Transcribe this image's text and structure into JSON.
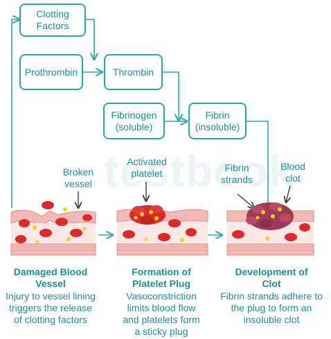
{
  "boxes": {
    "clotting_factors": "Clotting\nFactors",
    "prothrombin": "Prothrombin",
    "thrombin": "Thrombin",
    "fibrinogen": "Fibrinogen\n(soluble)",
    "fibrin": "Fibrin\n(insoluble)"
  },
  "labels": {
    "broken_vessel": "Broken\nvessel",
    "activated_platelet": "Activated\nplatelet",
    "fibrin_strands": "Fibrin\nstrands",
    "blood_clot": "Blood\nclot"
  },
  "watermark": "testbook",
  "stages": [
    {
      "title": "Damaged Blood\nVessel",
      "desc": "Injury to vessel lining\ntriggers the release\nof clotting factors"
    },
    {
      "title": "Formation of\nPlatelet Plug",
      "desc": "Vasoconstriction\nlimits blood flow\nand platelets form\na sticky plug"
    },
    {
      "title": "Development of\nClot",
      "desc": "Fibrin strands adhere to\nthe plug to form an\ninsoluble clot"
    }
  ],
  "colors": {
    "accent": "#2aa7a8",
    "text": "#1e8f9a",
    "vessel_wall": "#f2b9b6",
    "rbc": "#d92b2b",
    "platelet": "#f5d21a",
    "clot": "#9e3a56"
  }
}
